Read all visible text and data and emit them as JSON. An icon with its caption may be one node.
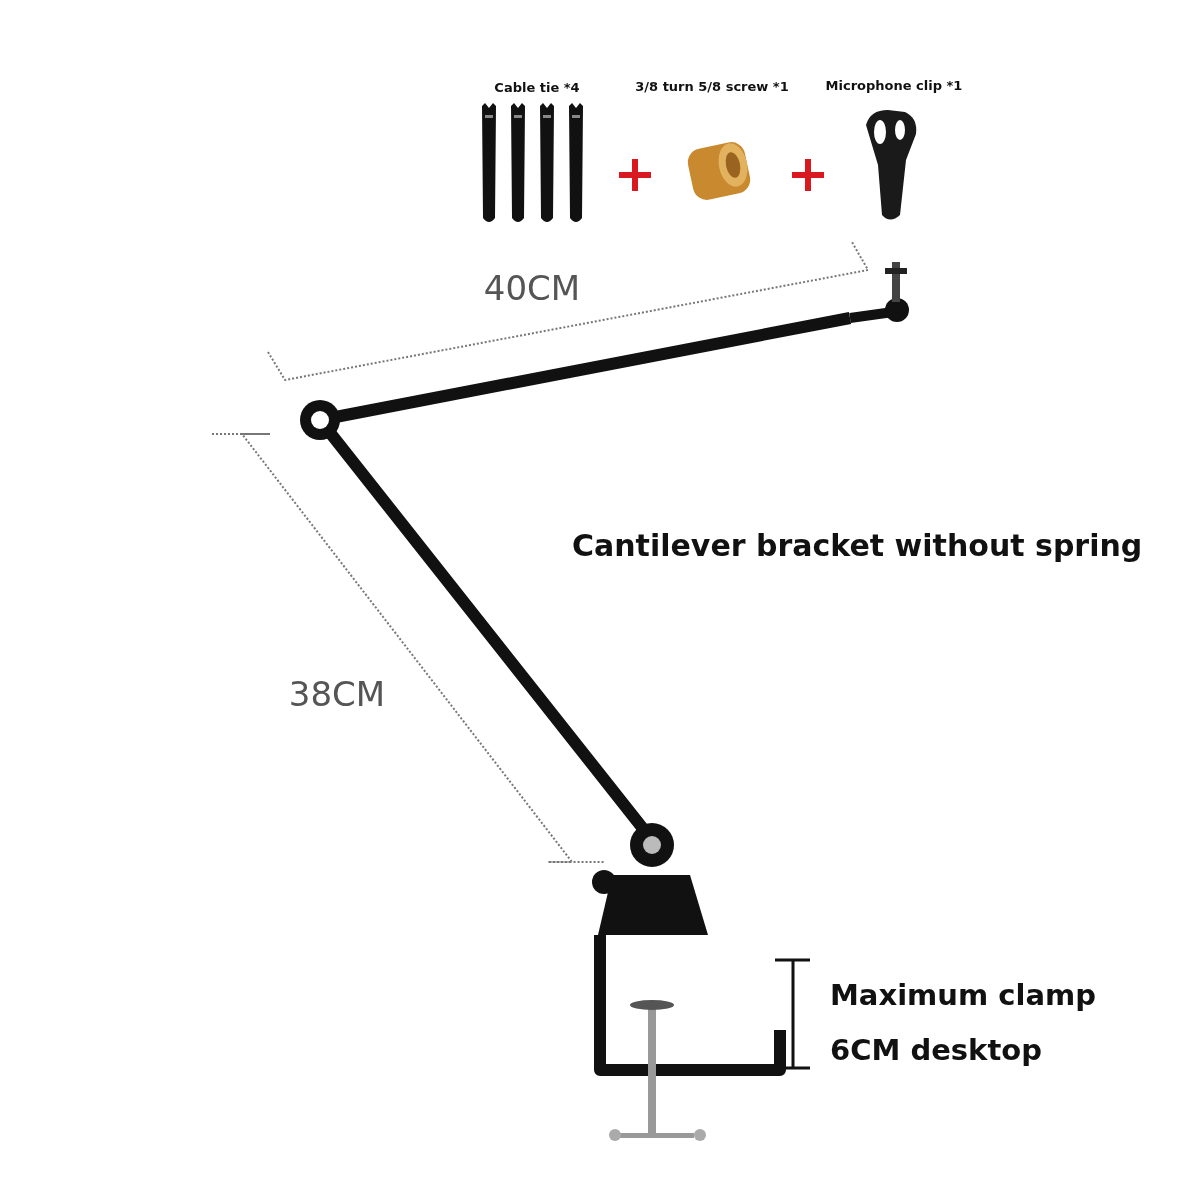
{
  "diagram": {
    "labels": [
      "Cable tie *4",
      "3/8 turn 5/8 screw *1",
      "Microphone clip *1",
      "40CM",
      "38CM",
      "Cantilever bracket without spring",
      "Maximum clamp 6CM desktop"
    ]
  }
}
